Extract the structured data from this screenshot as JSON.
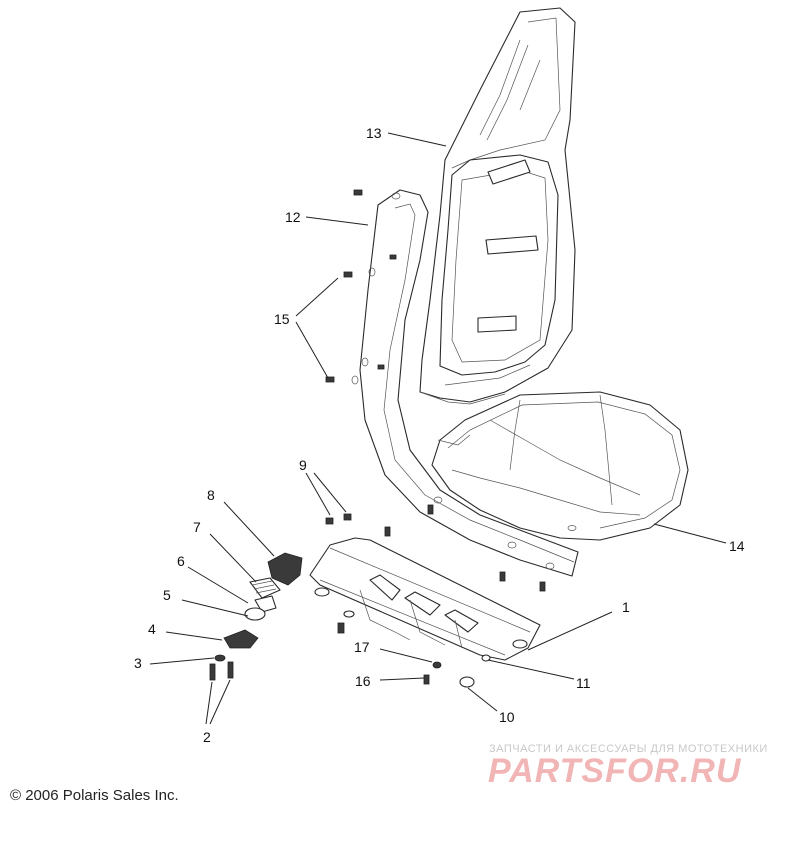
{
  "diagram": {
    "callouts": [
      {
        "id": "c1",
        "label": "1"
      },
      {
        "id": "c2",
        "label": "2"
      },
      {
        "id": "c3",
        "label": "3"
      },
      {
        "id": "c4",
        "label": "4"
      },
      {
        "id": "c5",
        "label": "5"
      },
      {
        "id": "c6",
        "label": "6"
      },
      {
        "id": "c7",
        "label": "7"
      },
      {
        "id": "c8",
        "label": "8"
      },
      {
        "id": "c9",
        "label": "9"
      },
      {
        "id": "c10",
        "label": "10"
      },
      {
        "id": "c11",
        "label": "11"
      },
      {
        "id": "c12",
        "label": "12"
      },
      {
        "id": "c13",
        "label": "13"
      },
      {
        "id": "c14",
        "label": "14"
      },
      {
        "id": "c15",
        "label": "15"
      },
      {
        "id": "c16",
        "label": "16"
      },
      {
        "id": "c17",
        "label": "17"
      }
    ]
  },
  "footer": {
    "copyright": "© 2006 Polaris Sales Inc."
  },
  "watermark": {
    "tagline": "ЗАПЧАСТИ И АКСЕССУАРЫ ДЛЯ МОТОТЕХНИКИ",
    "logo": "PARTSFOR.RU"
  }
}
